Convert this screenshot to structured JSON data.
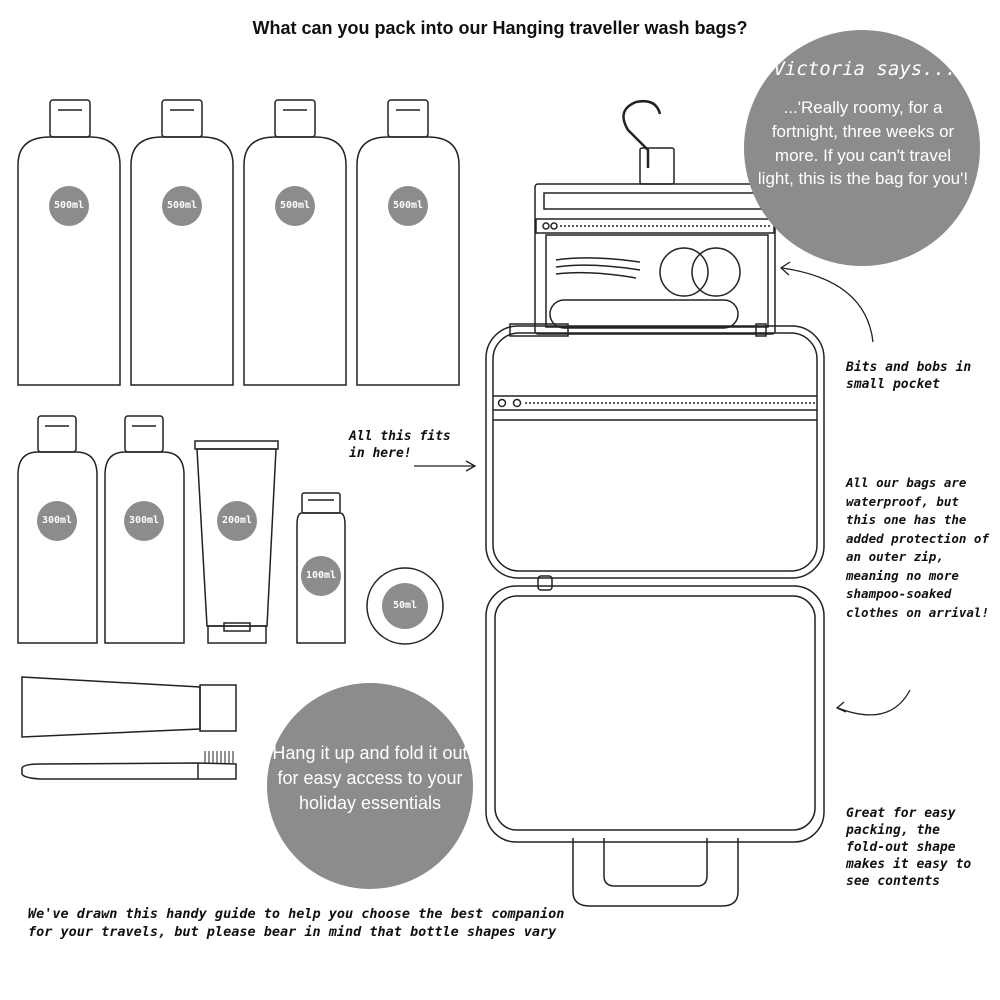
{
  "title": "What can you pack into our Hanging traveller wash bags?",
  "victoria": {
    "heading": "Victoria says...",
    "quote": "...'Really roomy, for a fortnight, three weeks or more. If you can't travel light, this is the bag for you'!"
  },
  "hang_bubble": "Hang it up and fold it out for easy access to your holiday essentials",
  "notes": {
    "bits_and_bobs": "Bits and bobs in small pocket",
    "all_this_fits": "All this fits in here!",
    "waterproof": "All our bags are waterproof, but this one has the added protection of an outer zip, meaning no more shampoo-soaked clothes on arrival!",
    "easy_packing": "Great for easy packing, the fold-out shape makes it easy to see contents",
    "guide": "We've drawn this handy guide to help you choose the best companion for your travels, but please bear in mind that bottle shapes vary"
  },
  "sizes": {
    "b1": "500ml",
    "b2": "500ml",
    "b3": "500ml",
    "b4": "500ml",
    "b5": "300ml",
    "b6": "300ml",
    "tube": "200ml",
    "small": "100ml",
    "jar": "50ml"
  },
  "colors": {
    "grey": "#8c8c8c",
    "outline": "#222222"
  }
}
